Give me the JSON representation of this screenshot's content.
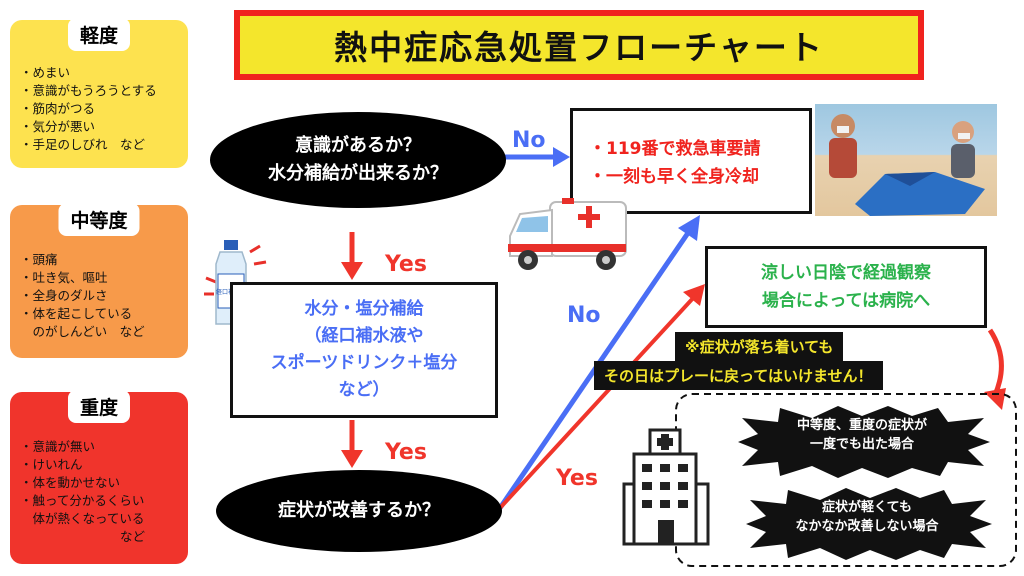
{
  "title": "熱中症応急処置フローチャート",
  "severity": {
    "mild": {
      "title": "軽度",
      "items": [
        "・めまい",
        "・意識がもうろうとする",
        "・筋肉がつる",
        "・気分が悪い",
        "・手足のしびれ　など"
      ]
    },
    "moderate": {
      "title": "中等度",
      "items": [
        "・頭痛",
        "・吐き気、嘔吐",
        "・全身のダルさ",
        "・体を起こしている",
        "　のがしんどい　など"
      ]
    },
    "severe": {
      "title": "重度",
      "items": [
        "・意識が無い",
        "・けいれん",
        "・体を動かせない",
        "・触って分かるくらい",
        "　体が熱くなっている",
        "　　　　　　　　など"
      ]
    }
  },
  "flow": {
    "q1": {
      "line1": "意識があるか？",
      "line2": "水分補給が出来るか？"
    },
    "no_label_1": "No",
    "emergency": {
      "line1": "・119番で救急車要請",
      "line2": "・一刻も早く全身冷却"
    },
    "yes_label_1": "Yes",
    "hydration": {
      "line1": "水分・塩分補給",
      "line2": "（経口補水液や",
      "line3": "スポーツドリンク＋塩分",
      "line4": "など）"
    },
    "yes_label_2": "Yes",
    "q2": "症状が改善するか？",
    "no_label_2": "No",
    "yes_label_3": "Yes",
    "shade": {
      "line1": "涼しい日陰で経過観察",
      "line2": "場合によっては病院へ"
    },
    "warning": {
      "line1": "※症状が落ち着いても",
      "line2": "その日はプレーに戻ってはいけません！"
    },
    "hospital_case_1": {
      "line1": "中等度、重度の症状が",
      "line2": "一度でも出た場合"
    },
    "hospital_case_2": {
      "line1": "症状が軽くても",
      "line2": "なかなか改善しない場合"
    }
  },
  "bottle_label": "経口補水液",
  "colors": {
    "mild": "#fde24f",
    "moderate": "#f79a4a",
    "severe": "#f0342c",
    "title_frame": "#f0231e",
    "title_fill": "#f4e62c",
    "no_blue": "#4a6ef5",
    "yes_red": "#f0352b",
    "shade_green": "#2bb24c",
    "hydration_text": "#4a6ef5",
    "emergency_text": "#f0231e"
  }
}
